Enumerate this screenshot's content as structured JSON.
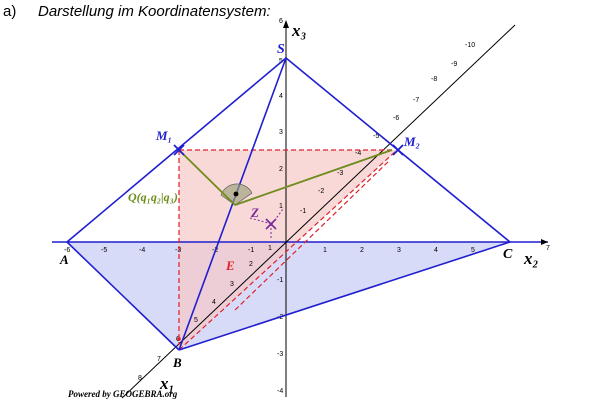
{
  "header": {
    "part_label": "a)",
    "title": "Darstellung im Koordinatensystem:"
  },
  "axes": {
    "x1_label": "x₁",
    "x2_label": "x₂",
    "x3_label": "x₃",
    "x1_ticks": [
      "-10",
      "-9",
      "-8",
      "-7",
      "-6",
      "-5",
      "-4",
      "-3",
      "-2",
      "-1",
      "1",
      "2",
      "3",
      "4",
      "5",
      "6",
      "7",
      "8"
    ],
    "x2_ticks": [
      "-6",
      "-5",
      "-4",
      "-3",
      "-2",
      "-1",
      "1",
      "2",
      "3",
      "4",
      "5",
      "7"
    ],
    "x3_ticks": [
      "6",
      "5",
      "4",
      "3",
      "2",
      "1",
      "-1",
      "-2",
      "-3",
      "-4"
    ]
  },
  "points": {
    "S": "S",
    "M1": "M₁",
    "M2": "M₂",
    "A": "A",
    "B": "B",
    "C": "C",
    "E": "E",
    "Z": "Z",
    "Q": "Q(q₁q₂|q₃)"
  },
  "footer": {
    "credit": "Powered by GEOGEBRA.org"
  },
  "colors": {
    "pyramid_edges": "#1f1fd0",
    "base_fill": "#c9cff5",
    "plane_fill": "#f7c8c8",
    "dashed_red": "#e0202a",
    "olive_segment": "#6d8c1a",
    "purple_point": "#7a2a9a",
    "angle_fill": "#9aa07a"
  }
}
